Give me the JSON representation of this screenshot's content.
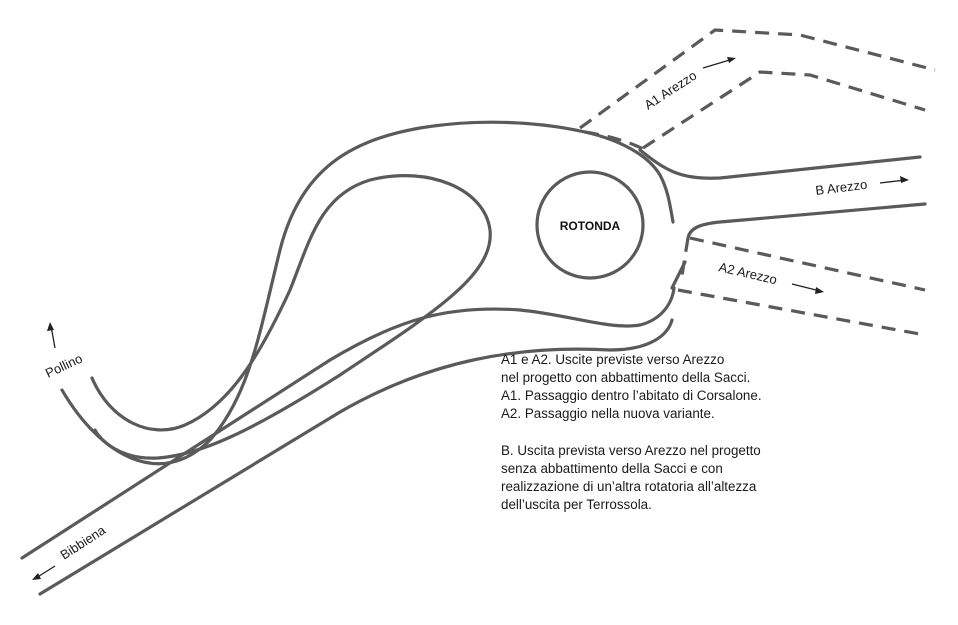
{
  "map": {
    "rotonda_label": "ROTONDA",
    "labels": {
      "a1": "A1 Arezzo",
      "a2": "A2 Arezzo",
      "b": "B Arezzo",
      "pollino": "Pollino",
      "bibbiena": "Bibbiena"
    }
  },
  "notes": {
    "lines_a": [
      "A1 e A2. Uscite previste verso Arezzo",
      "nel progetto con abbattimento della Sacci.",
      "A1. Passaggio dentro l’abitato di Corsalone.",
      "A2. Passaggio nella nuova variante."
    ],
    "lines_b": [
      "B. Uscita prevista verso Arezzo nel progetto",
      "senza abbattimento della Sacci e con",
      "realizzazione di un’altra rotatoria all’altezza",
      "dell’uscita per Terrossola."
    ]
  },
  "colors": {
    "road": "#5a5a5a",
    "text": "#1a1a1a",
    "background": "#ffffff"
  }
}
